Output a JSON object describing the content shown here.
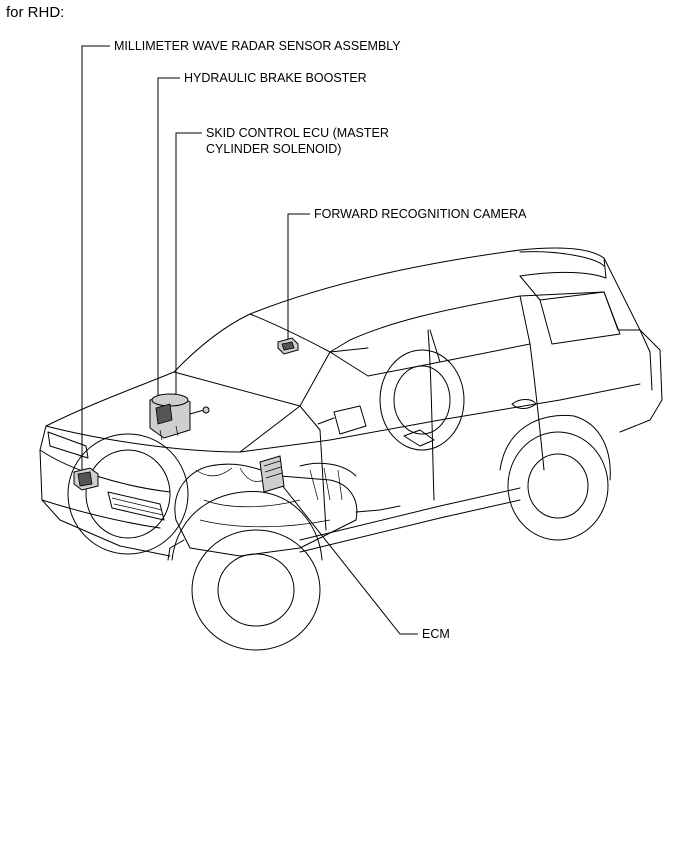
{
  "heading": "for RHD:",
  "callouts": [
    {
      "id": "radar",
      "text": "MILLIMETER WAVE RADAR SENSOR ASSEMBLY"
    },
    {
      "id": "booster",
      "text": "HYDRAULIC BRAKE BOOSTER"
    },
    {
      "id": "skid_line1",
      "text": "SKID CONTROL ECU (MASTER"
    },
    {
      "id": "skid_line2",
      "text": "CYLINDER SOLENOID)"
    },
    {
      "id": "camera",
      "text": "FORWARD RECOGNITION CAMERA"
    },
    {
      "id": "ecm",
      "text": "ECM"
    }
  ]
}
